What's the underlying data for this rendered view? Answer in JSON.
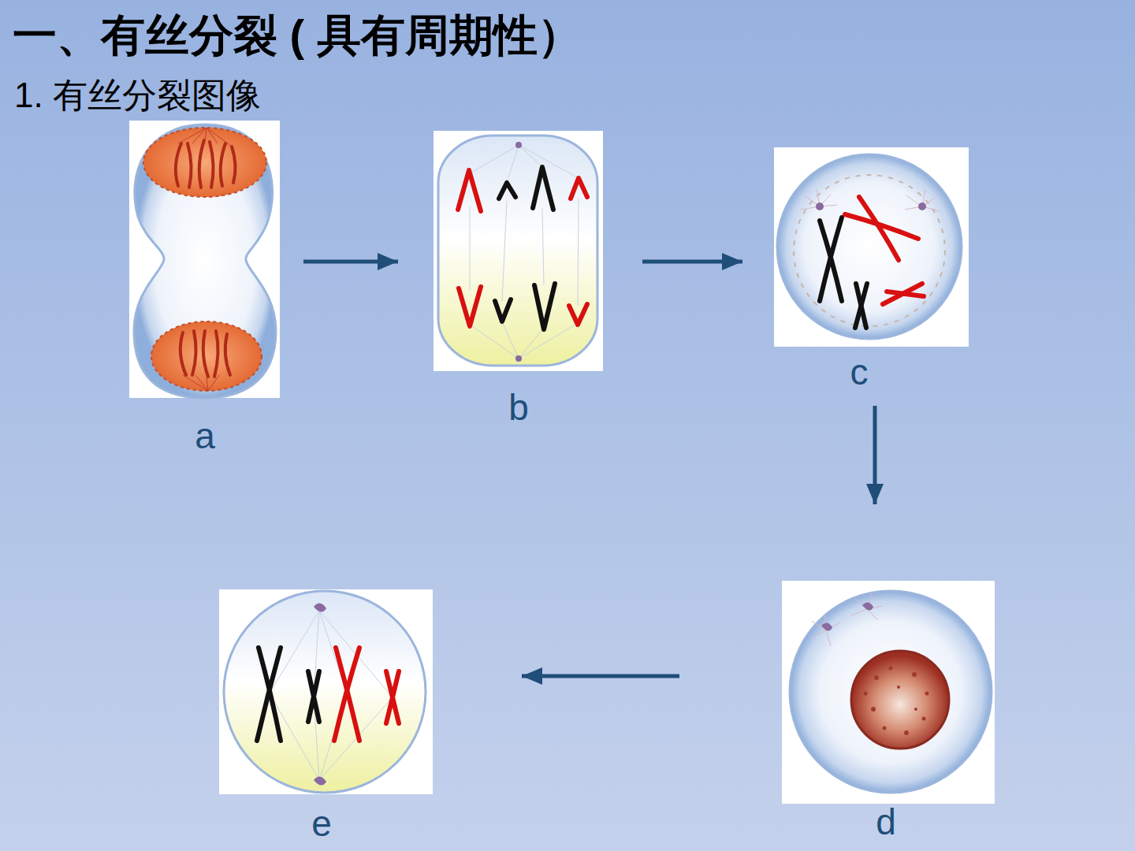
{
  "diagram": {
    "title": "一、有丝分裂 ( 具有周期性）",
    "nodes": [
      {
        "text": [
          "a"
        ]
      },
      {
        "text": [
          "b"
        ]
      },
      {
        "text": [
          "c"
        ]
      },
      {
        "text": [
          "d"
        ]
      },
      {
        "text": [
          "e"
        ]
      }
    ],
    "edges": [
      {
        "from": 0,
        "to": 1,
        "arrow": "to"
      },
      {
        "from": 1,
        "to": 2,
        "arrow": "to"
      },
      {
        "from": 2,
        "to": 3,
        "arrow": "to"
      },
      {
        "from": 3,
        "to": 4,
        "arrow": "to"
      }
    ],
    "labels": [
      "1. 有丝分裂图像"
    ]
  }
}
